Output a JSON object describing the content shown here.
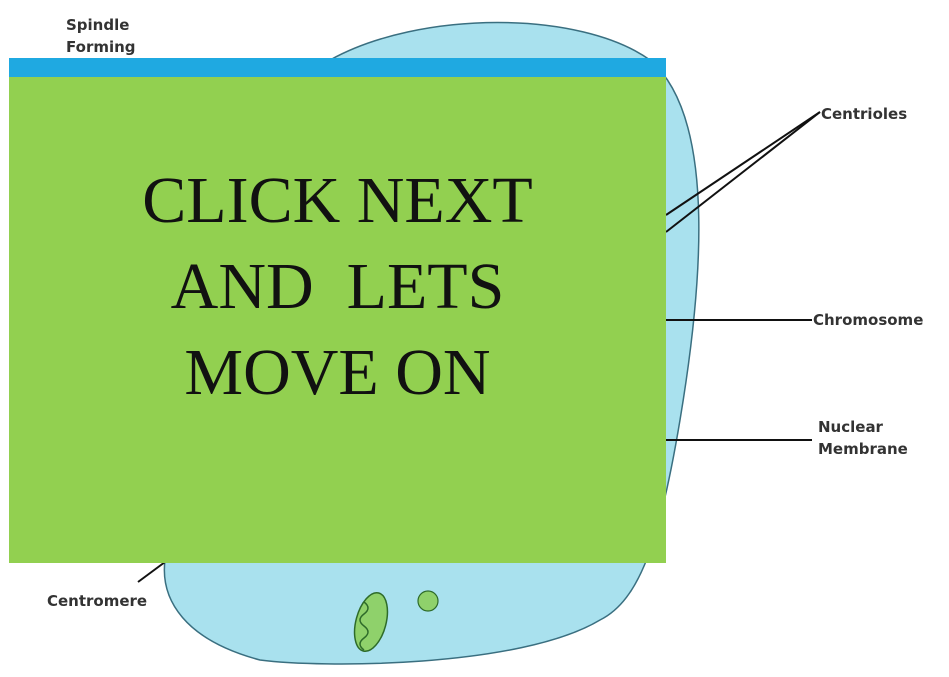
{
  "diagram": {
    "labels": {
      "spindle_line1": "Spindle",
      "spindle_line2": "Forming",
      "centrioles": "Centrioles",
      "chromosome": "Chromosome",
      "nuclear_line1": "Nuclear",
      "nuclear_line2": "Membrane",
      "centromere": "Centromere"
    },
    "colors": {
      "cell_fill": "#a9e1ee",
      "cell_stroke": "#3a6f80",
      "organelle_fill": "#8fd16b",
      "leader_line": "#111111"
    }
  },
  "overlay": {
    "line1": "CLICK NEXT",
    "line2": "AND  LETS",
    "line3": "MOVE ON",
    "background": "#92d050",
    "top_bar_color": "#1fa9e1"
  }
}
